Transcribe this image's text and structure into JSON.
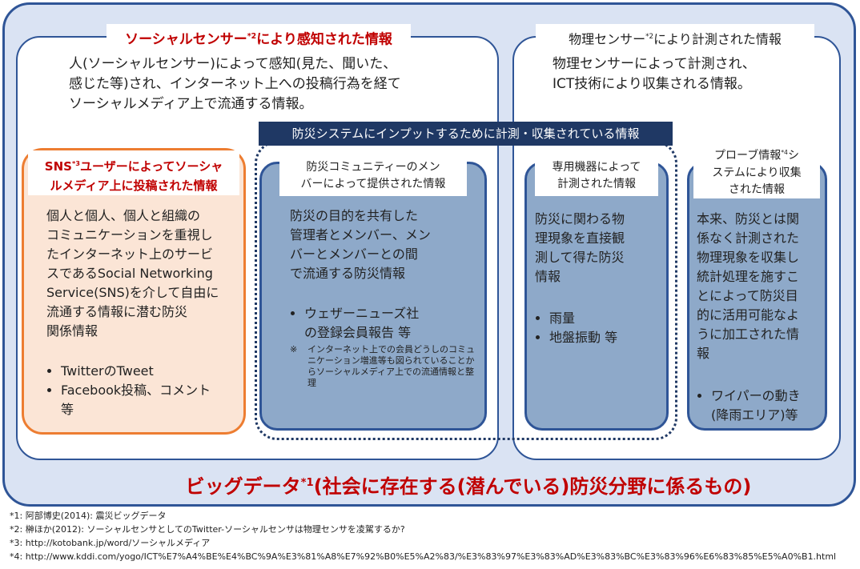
{
  "social_sensor": {
    "title": "ソーシャルセンサー",
    "title_sup": "*2",
    "title_rest": "により感知された情報",
    "desc": [
      "人(ソーシャルセンサー)によって感知(見た、聞いた、",
      "感じた等)され、インターネット上への投稿行為を経て",
      "ソーシャルメディア上で流通する情報。"
    ]
  },
  "physical_sensor": {
    "title": "物理センサー",
    "title_sup": "*2",
    "title_rest": "により計測された情報",
    "desc": [
      "物理センサーによって計測され、",
      "ICT技術により収集される情報。"
    ]
  },
  "input_bar": "防災システムにインプットするために計測・収集されている情報",
  "sns": {
    "title_a": "SNS",
    "title_sup": "*3",
    "title_b": "ユーザーによってソーシャ",
    "title_c": "ルメディア上に投稿された情報",
    "body": [
      "個人と個人、個人と組織の",
      "コミュニケーションを重視し",
      "たインターネット上のサービ",
      "スであるSocial Networking",
      "Service(SNS)を介して自由に",
      "流通する情報に潜む防災",
      "関係情報"
    ],
    "bullets": [
      "TwitterのTweet",
      "Facebook投稿、コメント",
      "等"
    ]
  },
  "community": {
    "title": [
      "防災コミュニティーのメン",
      "バーによって提供された情報"
    ],
    "body": [
      "防災の目的を共有した",
      "管理者とメンバー、メン",
      "バーとメンバーとの間",
      "で流通する防災情報"
    ],
    "bullets": [
      "ウェザーニューズ社",
      "の登録会員報告 等"
    ],
    "note_mark": "※",
    "note": "インターネット上での会員どうしのコミュニケーション増進等も図られていることからソーシャルメディア上での流通情報と整理"
  },
  "dedicated": {
    "title": [
      "専用機器によって",
      "計測された情報"
    ],
    "body": [
      "防災に関わる物",
      "理現象を直接観",
      "測して得た防災",
      "情報"
    ],
    "bullets": [
      "雨量",
      "地盤振動 等"
    ]
  },
  "probe": {
    "title_a": "プローブ情報",
    "title_sup": "*4",
    "title_b": "シ",
    "title_c": "ステムにより収集",
    "title_d": "された情報",
    "body": [
      "本来、防災とは関",
      "係なく計測された",
      "物理現象を収集し",
      "統計処理を施すこ",
      "とによって防災目",
      "的に活用可能なよ",
      "うに加工された情",
      "報"
    ],
    "bullets": [
      "ワイパーの動き",
      "(降雨エリア)等"
    ]
  },
  "bigdata": {
    "a": "ビッグデータ",
    "sup": "*1",
    "b": "(社会に存在する(潜んでいる)防災分野に係るもの)"
  },
  "footnotes": [
    "*1: 阿部博史(2014): 震災ビッグデータ",
    "*2: 榊ほか(2012): ソーシャルセンサとしてのTwitter-ソーシャルセンサは物理センサを凌駕するか?",
    "*3: http://kotobank.jp/word/ソーシャルメディア",
    "*4: http://www.kddi.com/yogo/ICT%E7%A4%BE%E4%BC%9A%E3%81%A8%E7%92%B0%E5%A2%83/%E3%83%97%E3%83%AD%E3%83%BC%E3%83%96%E6%83%85%E5%A0%B1.html"
  ]
}
